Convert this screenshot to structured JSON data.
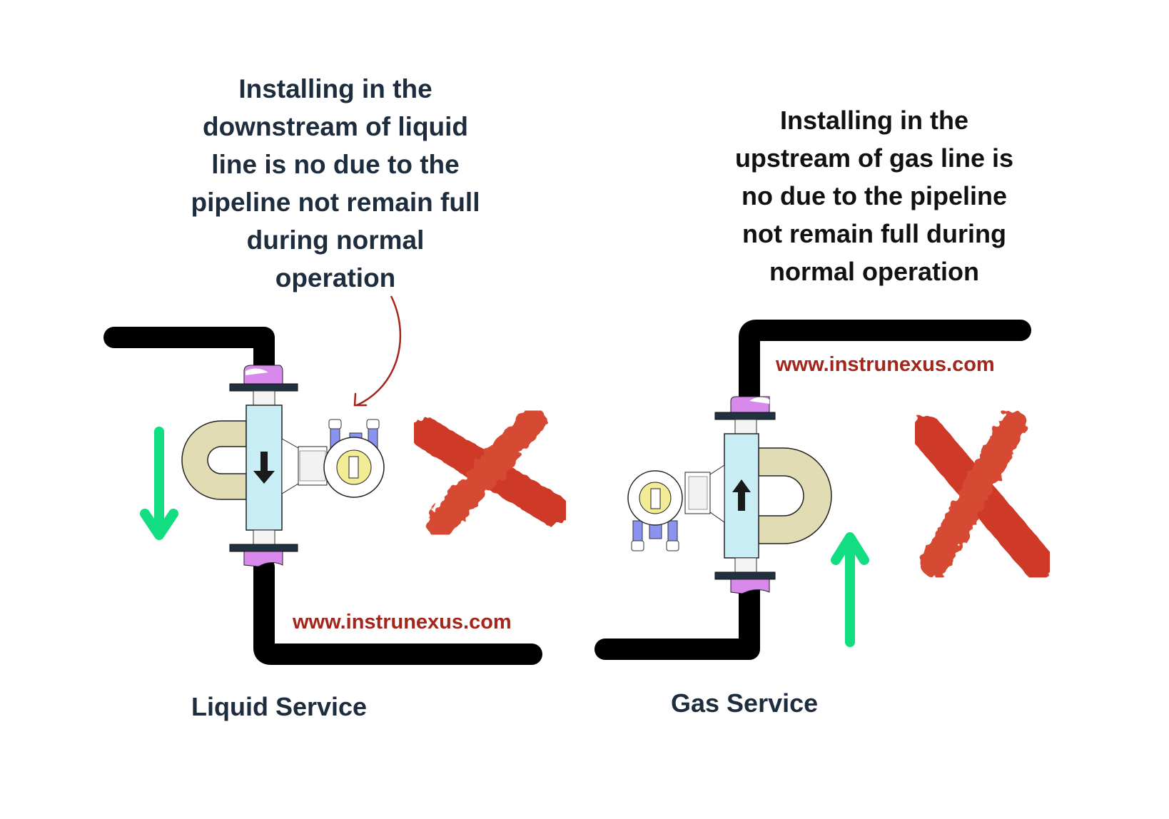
{
  "liquid": {
    "note": "Installing in the downstream of liquid line is no due to the pipeline not remain full during normal operation",
    "label": "Liquid Service",
    "watermark": "www.instrunexus.com",
    "flow_direction": "down",
    "verdict": "incorrect"
  },
  "gas": {
    "note": "Installing in the upstream of gas line is no due to the pipeline not remain full during normal operation",
    "label": "Gas Service",
    "watermark": "www.instrunexus.com",
    "flow_direction": "up",
    "verdict": "incorrect"
  },
  "colors": {
    "pipe": "#000000",
    "meter_body": "#c8edf5",
    "u_tube": "#e1dcb4",
    "flange_seal": "#d988ec",
    "flange_plate": "#22313f",
    "transmitter_blue": "#8a93ef",
    "display": "#f2ec96",
    "flow_arrow": "#12dd80",
    "cross_mark": "#cc2a17",
    "callout_arrow": "#a4251c"
  }
}
